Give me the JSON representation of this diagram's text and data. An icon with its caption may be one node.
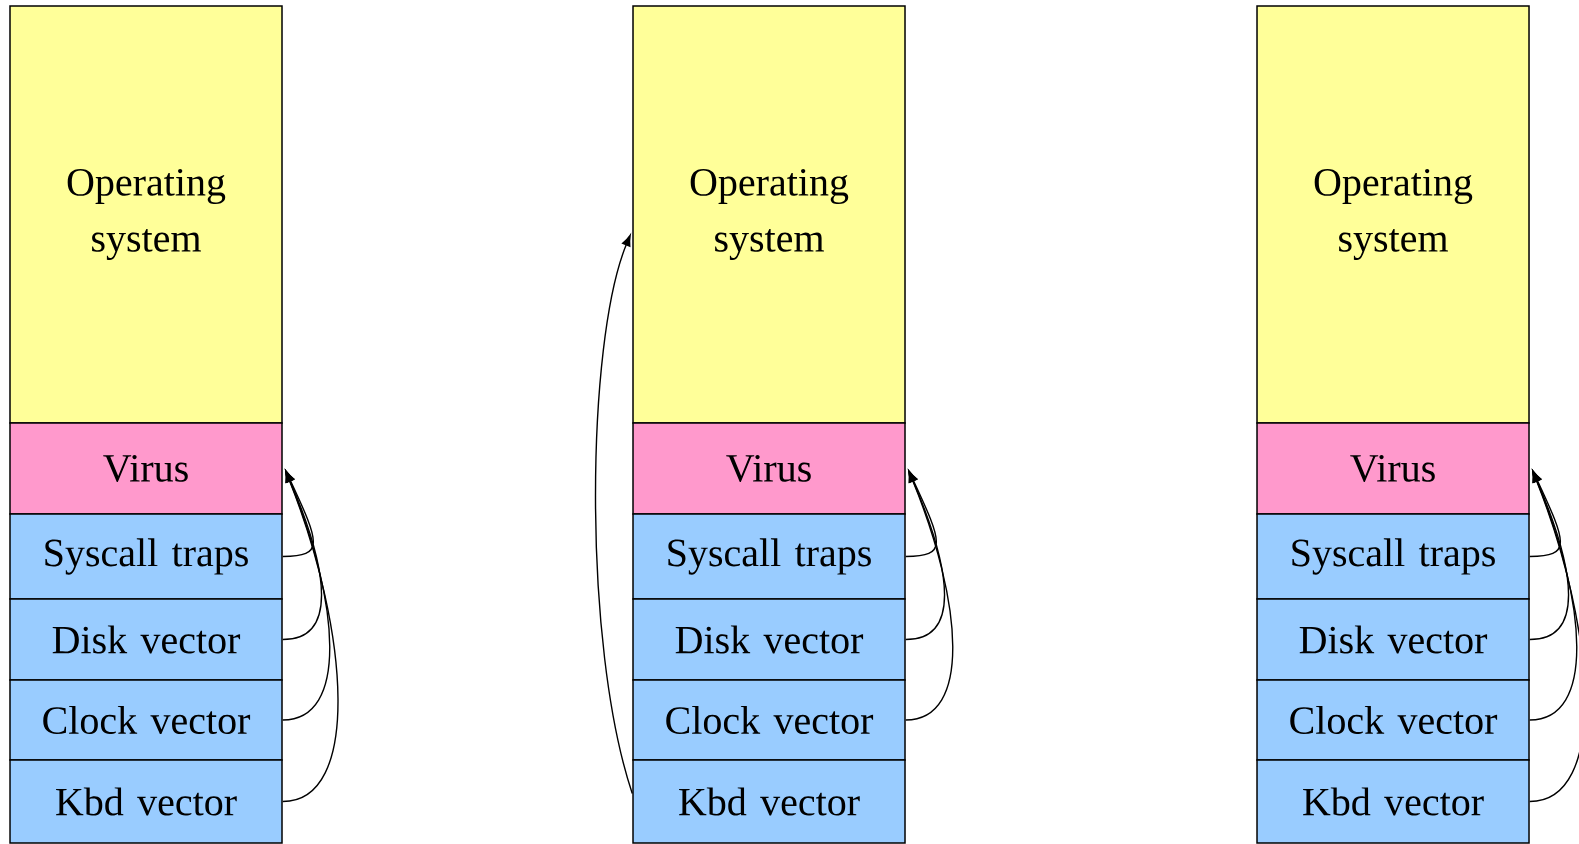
{
  "diagram": {
    "nodes": [
      {
        "text": [
          "Operating system"
        ]
      },
      {
        "text": [
          "Virus"
        ]
      },
      {
        "text": [
          "Syscall traps"
        ]
      },
      {
        "text": [
          "Disk vector"
        ]
      },
      {
        "text": [
          "Clock vector"
        ]
      },
      {
        "text": [
          "Kbd vector"
        ]
      },
      {
        "text": [
          "Operating system"
        ]
      },
      {
        "text": [
          "Virus"
        ]
      },
      {
        "text": [
          "Syscall traps"
        ]
      },
      {
        "text": [
          "Disk vector"
        ]
      },
      {
        "text": [
          "Clock vector"
        ]
      },
      {
        "text": [
          "Kbd vector"
        ]
      },
      {
        "text": [
          "Operating system"
        ]
      },
      {
        "text": [
          "Virus"
        ]
      },
      {
        "text": [
          "Syscall traps"
        ]
      },
      {
        "text": [
          "Disk vector"
        ]
      },
      {
        "text": [
          "Clock vector"
        ]
      },
      {
        "text": [
          "Kbd vector"
        ]
      }
    ],
    "edges": [
      {
        "from": 2,
        "to": 1,
        "arrow": "to"
      },
      {
        "from": 3,
        "to": 1,
        "arrow": "to"
      },
      {
        "from": 4,
        "to": 1,
        "arrow": "to"
      },
      {
        "from": 5,
        "to": 1,
        "arrow": "to"
      },
      {
        "from": 8,
        "to": 7,
        "arrow": "to"
      },
      {
        "from": 9,
        "to": 7,
        "arrow": "to"
      },
      {
        "from": 10,
        "to": 7,
        "arrow": "to"
      },
      {
        "from": 11,
        "to": 6,
        "arrow": "to"
      },
      {
        "from": 14,
        "to": 13,
        "arrow": "to"
      },
      {
        "from": 15,
        "to": 13,
        "arrow": "to"
      },
      {
        "from": 16,
        "to": 13,
        "arrow": "to"
      },
      {
        "from": 17,
        "to": 13,
        "arrow": "to"
      }
    ]
  }
}
